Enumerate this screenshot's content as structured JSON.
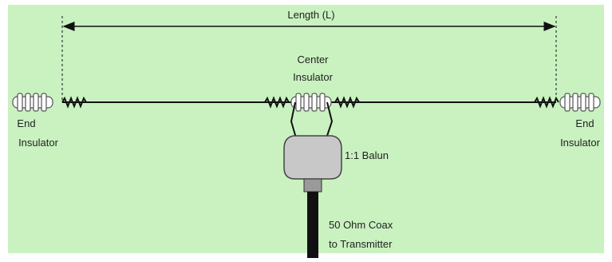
{
  "diagram": {
    "length_label": "Length (L)",
    "center_insulator_label": [
      "Center",
      "Insulator"
    ],
    "end_insulator_left_label": [
      "End",
      "Insulator"
    ],
    "end_insulator_right_label": [
      "End",
      "Insulator"
    ],
    "balun_label": "1:1 Balun",
    "coax_label": [
      "50 Ohm Coax",
      "to Transmitter"
    ]
  },
  "colors": {
    "background": "#c9f2c0",
    "wire": "#111111",
    "insulator_fill": "#ffffff",
    "insulator_stroke": "#555555",
    "balun_fill": "#c8c8c8",
    "balun_stroke": "#444444"
  }
}
